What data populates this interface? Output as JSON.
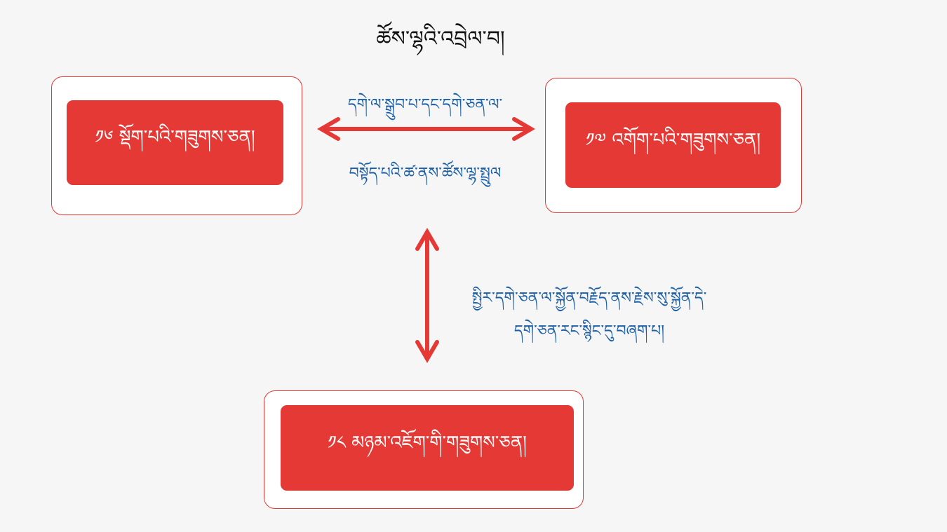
{
  "title": "ཚོས་ལྷའི་འབྲེལ་བ།",
  "nodes": [
    {
      "label": "༡༦ སྡོག་པའི་གཟུགས་ཅན།"
    },
    {
      "label": "༡༧ འགོག་པའི་གཟུགས་ཅན།"
    },
    {
      "label": "༡༨ མཉམ་འཇོག་གི་གཟུགས་ཅན།"
    }
  ],
  "edges": {
    "horizontal_top": "དགེ་ལ་སྒྲུབ་པ་དང་དགེ་ཅན་ལ་",
    "horizontal_bottom": "བསྟོད་པའི་ཚ་ནས་ཚོས་ལྷ་སྤྲུལ",
    "vertical_line1": "སྤྱིར་དགེ་ཅན་ལ་སྐྱོན་བརྗོད་ནས་རྗེས་སུ་སྐྱོན་དེ་",
    "vertical_line2": "དགེ་ཅན་རང་སྙིང་དུ་བཞག་པ།"
  },
  "colors": {
    "accent": "#e53935",
    "edge_text": "#1a5fa8",
    "background": "#f6f6f6"
  }
}
